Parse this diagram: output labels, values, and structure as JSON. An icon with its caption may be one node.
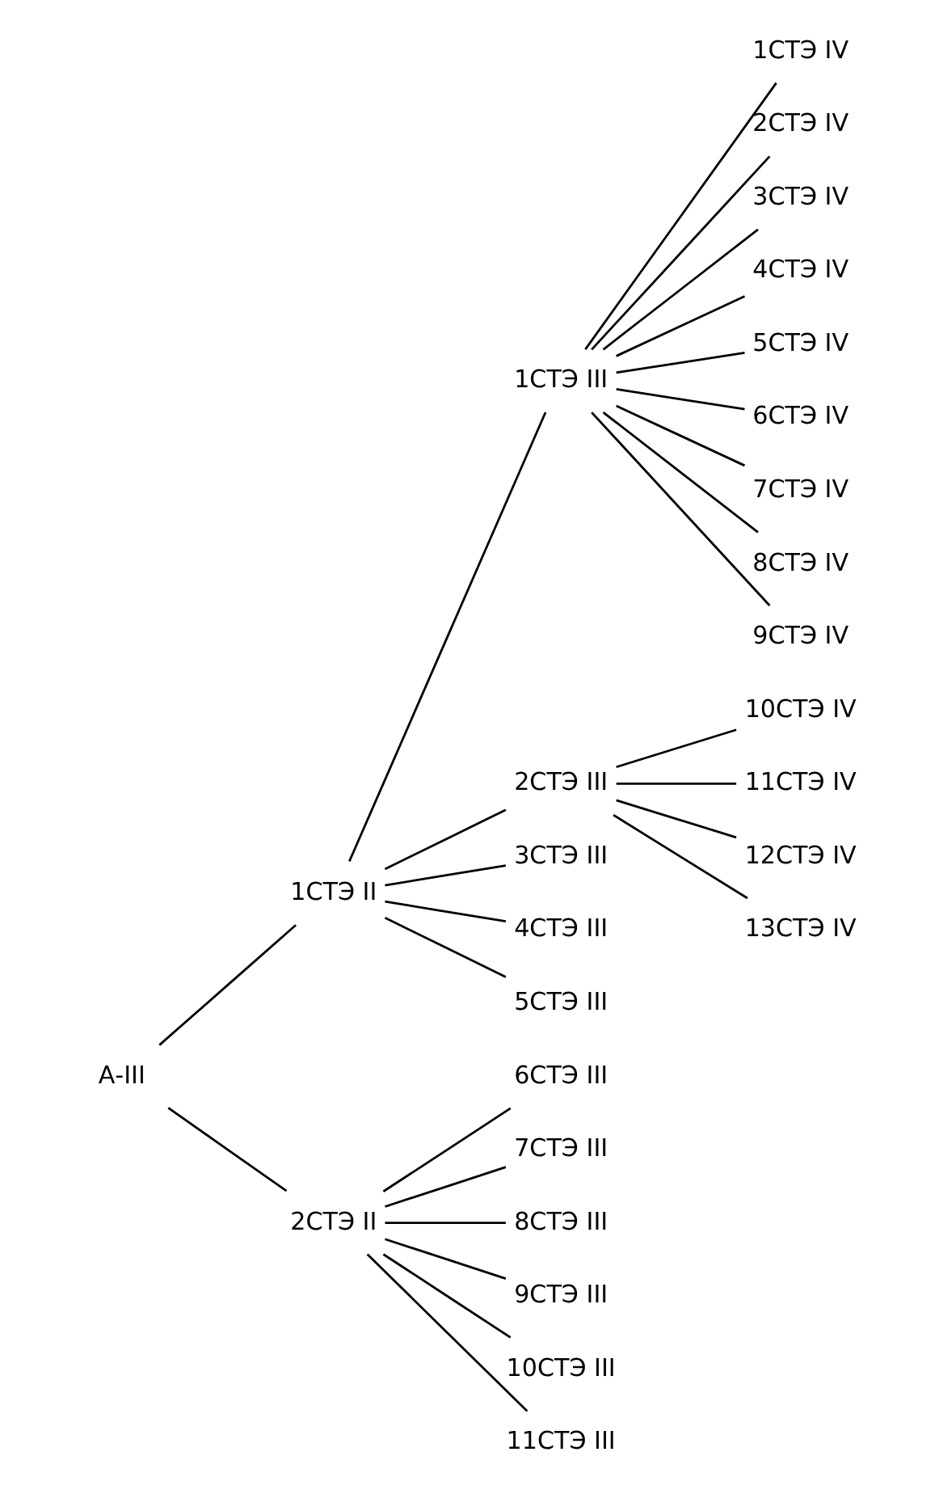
{
  "diagram": {
    "nodes": [
      {
        "text": [
          "А-III"
        ]
      },
      {
        "text": [
          "1СТЭ II"
        ]
      },
      {
        "text": [
          "2СТЭ II"
        ]
      },
      {
        "text": [
          "1СТЭ III"
        ]
      },
      {
        "text": [
          "2СТЭ III"
        ]
      },
      {
        "text": [
          "3СТЭ III"
        ]
      },
      {
        "text": [
          "4СТЭ III"
        ]
      },
      {
        "text": [
          "5СТЭ III"
        ]
      },
      {
        "text": [
          "6СТЭ III"
        ]
      },
      {
        "text": [
          "7СТЭ III"
        ]
      },
      {
        "text": [
          "8СТЭ III"
        ]
      },
      {
        "text": [
          "9СТЭ III"
        ]
      },
      {
        "text": [
          "10СТЭ III"
        ]
      },
      {
        "text": [
          "11СТЭ III"
        ]
      },
      {
        "text": [
          "1СТЭ IV"
        ]
      },
      {
        "text": [
          "2СТЭ IV"
        ]
      },
      {
        "text": [
          "3СТЭ IV"
        ]
      },
      {
        "text": [
          "4СТЭ IV"
        ]
      },
      {
        "text": [
          "5СТЭ IV"
        ]
      },
      {
        "text": [
          "6СТЭ IV"
        ]
      },
      {
        "text": [
          "7СТЭ IV"
        ]
      },
      {
        "text": [
          "8СТЭ IV"
        ]
      },
      {
        "text": [
          "9СТЭ IV"
        ]
      },
      {
        "text": [
          "10СТЭ IV"
        ]
      },
      {
        "text": [
          "11СТЭ IV"
        ]
      },
      {
        "text": [
          "12СТЭ IV"
        ]
      },
      {
        "text": [
          "13СТЭ IV"
        ]
      }
    ],
    "edges": [
      {
        "from": 0,
        "to": 1,
        "arrow": "none"
      },
      {
        "from": 0,
        "to": 2,
        "arrow": "none"
      },
      {
        "from": 1,
        "to": 3,
        "arrow": "none"
      },
      {
        "from": 1,
        "to": 4,
        "arrow": "none"
      },
      {
        "from": 1,
        "to": 5,
        "arrow": "none"
      },
      {
        "from": 1,
        "to": 6,
        "arrow": "none"
      },
      {
        "from": 1,
        "to": 7,
        "arrow": "none"
      },
      {
        "from": 2,
        "to": 8,
        "arrow": "none"
      },
      {
        "from": 2,
        "to": 9,
        "arrow": "none"
      },
      {
        "from": 2,
        "to": 10,
        "arrow": "none"
      },
      {
        "from": 2,
        "to": 11,
        "arrow": "none"
      },
      {
        "from": 2,
        "to": 12,
        "arrow": "none"
      },
      {
        "from": 2,
        "to": 13,
        "arrow": "none"
      },
      {
        "from": 3,
        "to": 14,
        "arrow": "none"
      },
      {
        "from": 3,
        "to": 15,
        "arrow": "none"
      },
      {
        "from": 3,
        "to": 16,
        "arrow": "none"
      },
      {
        "from": 3,
        "to": 17,
        "arrow": "none"
      },
      {
        "from": 3,
        "to": 18,
        "arrow": "none"
      },
      {
        "from": 3,
        "to": 19,
        "arrow": "none"
      },
      {
        "from": 3,
        "to": 20,
        "arrow": "none"
      },
      {
        "from": 3,
        "to": 21,
        "arrow": "none"
      },
      {
        "from": 3,
        "to": 22,
        "arrow": "none"
      },
      {
        "from": 4,
        "to": 23,
        "arrow": "none"
      },
      {
        "from": 4,
        "to": 24,
        "arrow": "none"
      },
      {
        "from": 4,
        "to": 25,
        "arrow": "none"
      },
      {
        "from": 4,
        "to": 26,
        "arrow": "none"
      }
    ]
  }
}
